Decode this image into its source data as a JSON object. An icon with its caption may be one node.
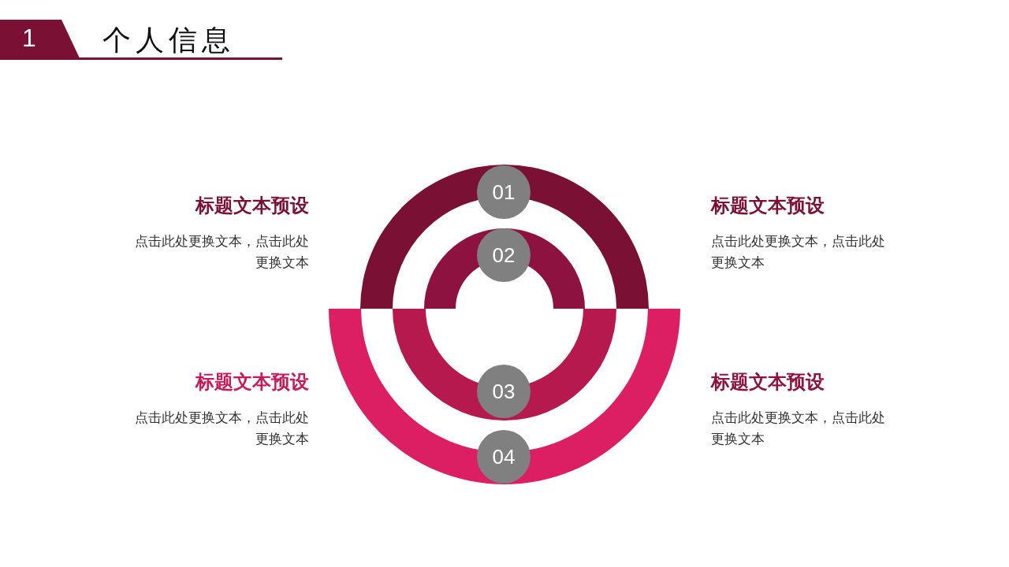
{
  "diagram": {
    "title": "个人信息",
    "nodes": [
      {
        "text": [
          "01"
        ]
      },
      {
        "text": [
          "02"
        ]
      },
      {
        "text": [
          "03"
        ]
      },
      {
        "text": [
          "04"
        ]
      }
    ],
    "labels": [
      "1",
      "标题文本预设",
      "点击此处更换文本，点击此处更换文本",
      "标题文本预设",
      "点击此处更换文本，点击此处更换文本",
      "标题文本预设",
      "点击此处更换文本，点击此处更换文本",
      "标题文本预设",
      "点击此处更换文本，点击此处更换文本"
    ]
  }
}
